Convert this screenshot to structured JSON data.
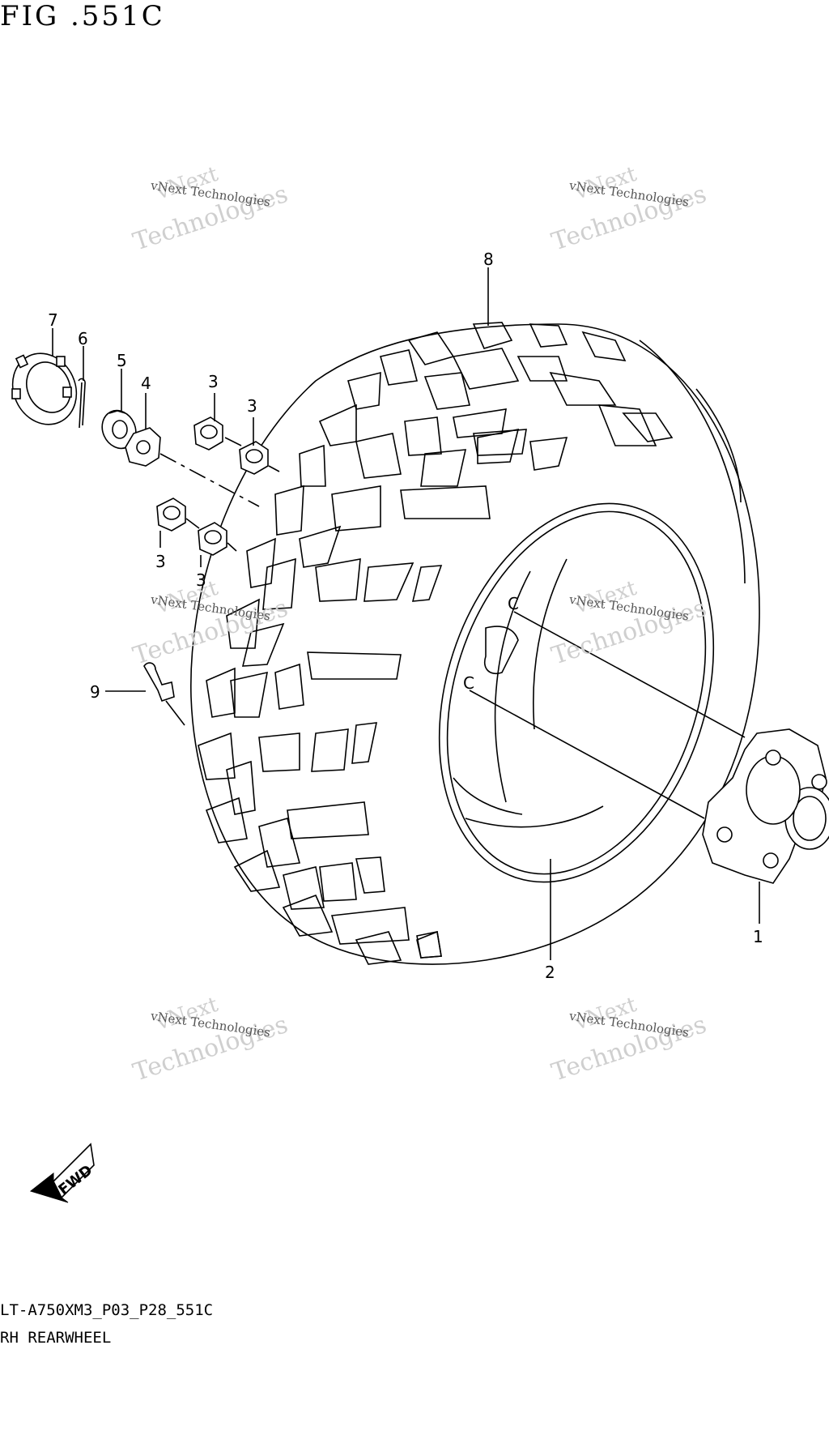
{
  "figure": {
    "title": "FIG .551C",
    "code": "LT-A750XM3_P03_P28_551C",
    "name": "RH REARWHEEL"
  },
  "watermark": {
    "line_small": "vNext Technologies",
    "line_big_1": "vNext",
    "line_big_2": "Technologies"
  },
  "direction_badge": "FWD",
  "callouts": {
    "hub": "1",
    "rim": "2",
    "nut_a": "3",
    "nut_b": "3",
    "nut_c": "3",
    "nut_d": "3",
    "washer": "4",
    "spacer": "5",
    "cotter_pin": "6",
    "castle_nut": "7",
    "tire": "8",
    "valve": "9"
  },
  "colors": {
    "line": "#000000",
    "watermark": "#cfcfcf"
  }
}
